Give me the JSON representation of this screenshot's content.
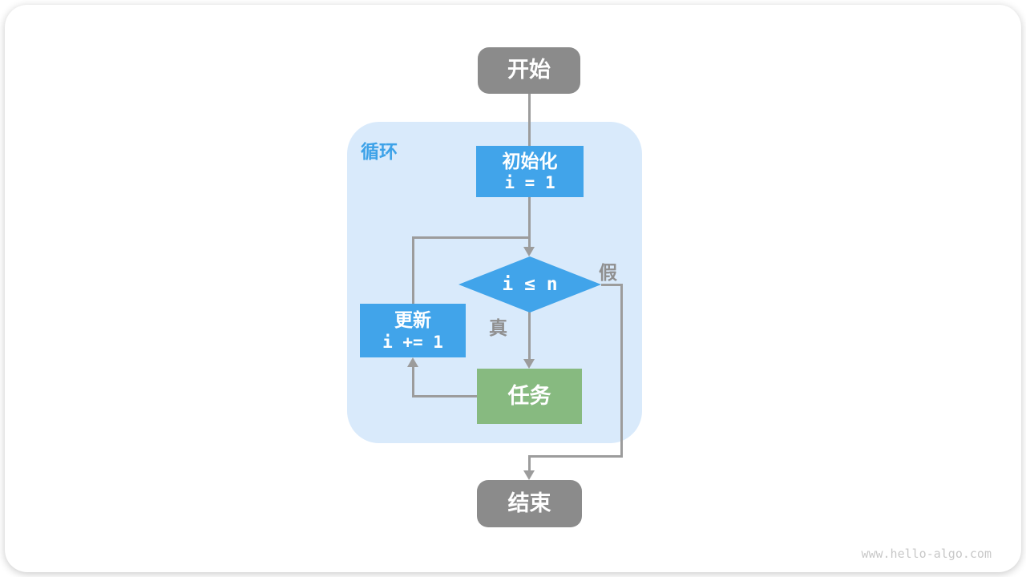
{
  "diagram": {
    "loop_label": "循环",
    "nodes": {
      "start": "开始",
      "init_title": "初始化",
      "init_code": "i = 1",
      "condition": "i ≤ n",
      "update_title": "更新",
      "update_code": "i += 1",
      "task": "任务",
      "end": "结束"
    },
    "edge_labels": {
      "true": "真",
      "false": "假"
    },
    "colors": {
      "node_blue": "#41a4ea",
      "node_green": "#87ba80",
      "node_gray": "#8b8b8b",
      "container_fill": "#d9eafb",
      "loop_label_blue": "#3da2e8",
      "line_gray": "#9c9c9c",
      "edge_label_gray": "#8f8f8f",
      "watermark_gray": "#c8c8c8"
    },
    "watermark": "www.hello-algo.com"
  }
}
